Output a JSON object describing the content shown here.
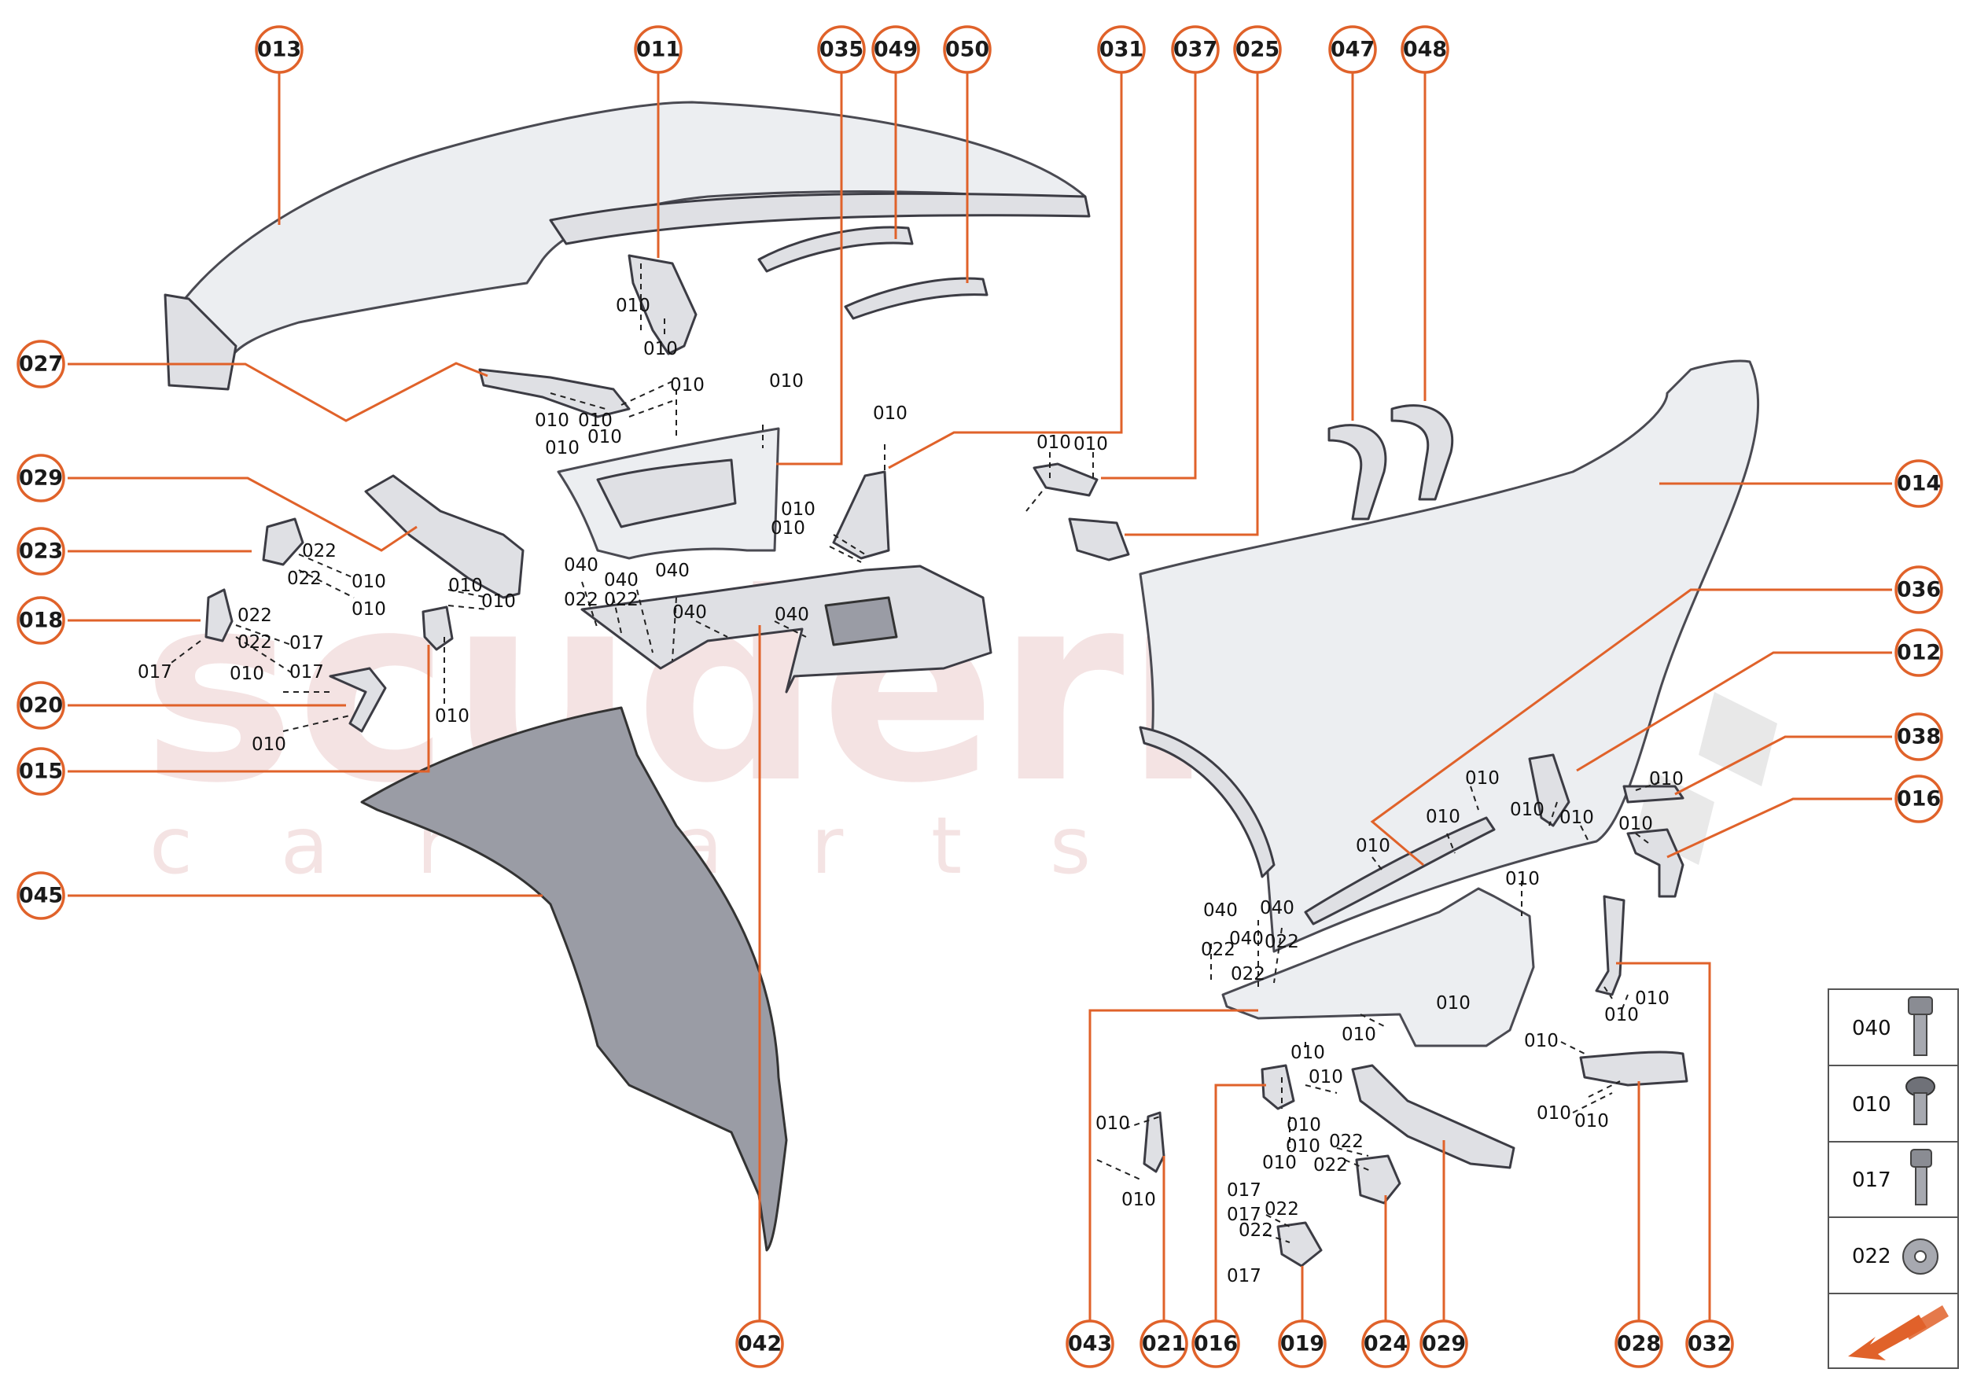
{
  "watermark": {
    "brand": "scuderia",
    "sub": "c a r p a r t s"
  },
  "callouts": [
    "013",
    "011",
    "035",
    "049",
    "050",
    "031",
    "037",
    "025",
    "047",
    "048",
    "027",
    "029",
    "023",
    "018",
    "020",
    "015",
    "045",
    "014",
    "036",
    "012",
    "038",
    "016",
    "043",
    "021",
    "016",
    "019",
    "024",
    "029",
    "028",
    "032",
    "042"
  ],
  "fasteners": [
    "010",
    "040",
    "017",
    "022"
  ],
  "legend": [
    {
      "code": "040",
      "icon": "long-bolt-icon"
    },
    {
      "code": "010",
      "icon": "short-bolt-icon"
    },
    {
      "code": "017",
      "icon": "screw-icon"
    },
    {
      "code": "022",
      "icon": "washer-icon"
    }
  ],
  "legend_arrow_icon": "direction-arrow-icon",
  "colors": {
    "accent": "#e0622a",
    "part": "#dfe0e4"
  }
}
